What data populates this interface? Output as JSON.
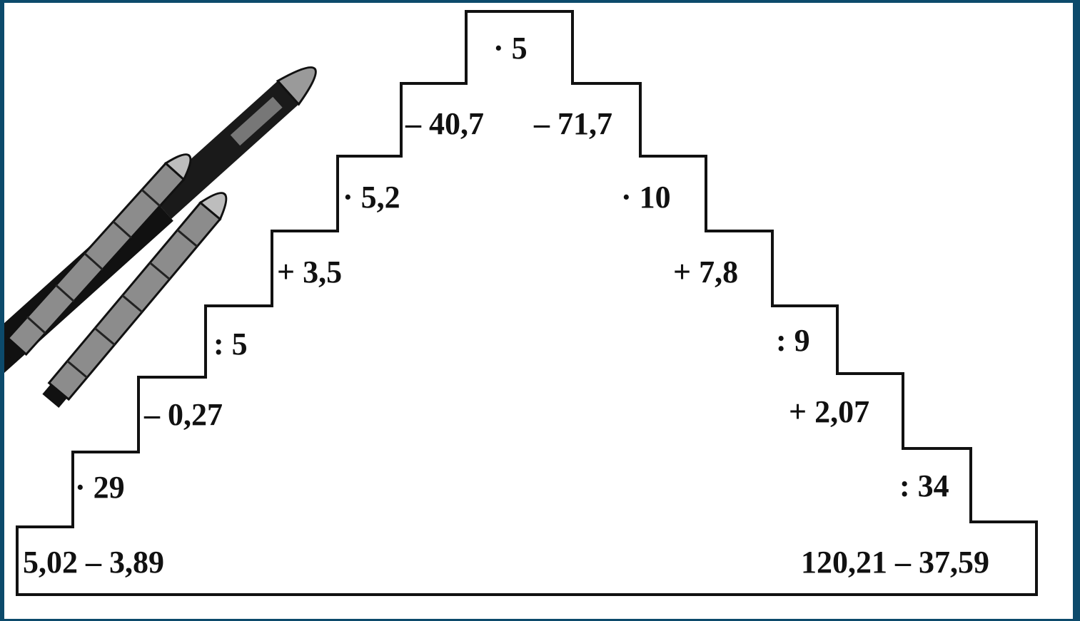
{
  "left_steps": [
    "· 29",
    "– 0,27",
    ": 5",
    "+ 3,5",
    "· 5,2",
    "– 40,7"
  ],
  "right_steps": [
    ": 34",
    "+ 2,07",
    ": 9",
    "+ 7,8",
    "· 10",
    "– 71,7"
  ],
  "top": "· 5",
  "start_left": "5,02 – 3,89",
  "start_right": "120,21 – 37,59",
  "icons": {
    "rocket": "rocket-icon"
  },
  "colors": {
    "frame": "#0c4a6b",
    "ink": "#111111",
    "paper": "#ffffff"
  }
}
